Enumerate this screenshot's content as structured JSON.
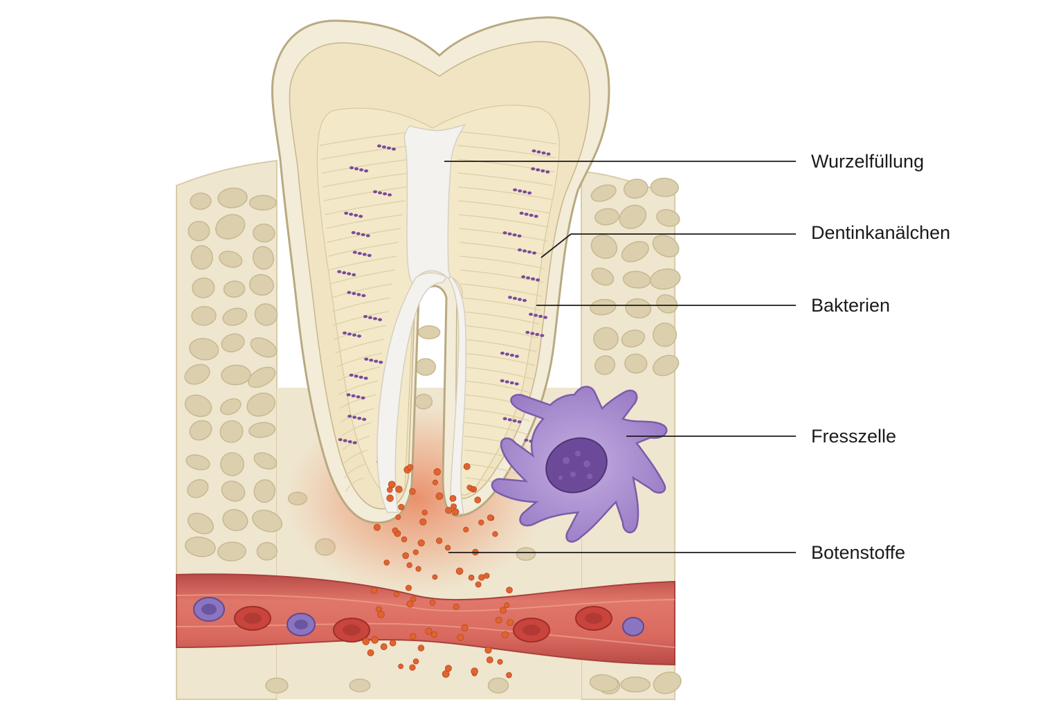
{
  "labels": {
    "wurzelfuellung": "Wurzelfüllung",
    "dentinkanaelchen": "Dentinkanälchen",
    "bakterien": "Bakterien",
    "fresszelle": "Fresszelle",
    "botenstoffe": "Botenstoffe"
  },
  "colors": {
    "bone": "#efe6cf",
    "bone_pore": "#d8ccac",
    "enamel": "#f3ecd8",
    "dentin": "#f0e4c2",
    "filling": "#f4f2ee",
    "bacteria": "#7a4a9c",
    "phagocyte": "#a98ed0",
    "phagocyte_nucleus": "#6d4a99",
    "inflammation": "#e8734a",
    "vessel": "#d9695f",
    "red_cell": "#c9443c",
    "white_cell": "#8b74c0",
    "leader_line": "#1a1a1a"
  }
}
